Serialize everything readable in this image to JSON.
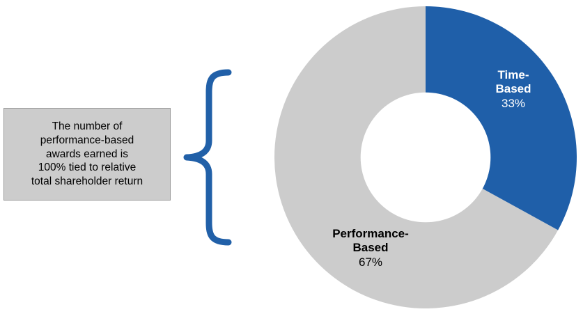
{
  "callout": {
    "text": "The number of\nperformance-based\nawards earned is\n100% tied to relative\ntotal shareholder return",
    "fill_color": "#cccccc",
    "border_color": "#9a9a9a",
    "text_color": "#000000"
  },
  "brace": {
    "orientation": "left-facing-curly-brace",
    "color": "#2160a8"
  },
  "chart_data": {
    "type": "pie",
    "variant": "donut",
    "title": "",
    "subtitle": "",
    "xlabel": "",
    "ylabel": "",
    "legend_position": "none",
    "grid": false,
    "labels_inside_slices": true,
    "start_angle_deg": 0,
    "direction": "clockwise",
    "inner_radius_ratio": 0.43,
    "categories": [
      "Time-Based",
      "Performance-Based"
    ],
    "values": [
      33,
      67
    ],
    "value_labels": [
      "33%",
      "67%"
    ],
    "colors": [
      "#1f5fa9",
      "#cccccc"
    ],
    "label_text_colors": [
      "#ffffff",
      "#000000"
    ],
    "slices": [
      {
        "name": "Time-Based",
        "name_line_1": "Time-",
        "name_line_2": "Based",
        "value": 33,
        "value_label": "33%",
        "color": "#1f5fa9",
        "label_color": "#ffffff"
      },
      {
        "name": "Performance-Based",
        "name_line_1": "Performance-",
        "name_line_2": "Based",
        "value": 67,
        "value_label": "67%",
        "color": "#cccccc",
        "label_color": "#000000"
      }
    ]
  }
}
